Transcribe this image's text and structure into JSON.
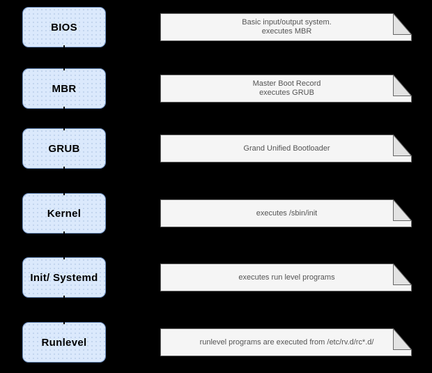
{
  "diagram": {
    "description": "Linux boot process flow diagram",
    "colors": {
      "background": "#000000",
      "stage_box_fill": "#dae8fc",
      "stage_box_border": "#6c8ebf",
      "note_fill": "#f5f5f5",
      "note_fold_fill": "#e3e3e3",
      "note_border": "#666666",
      "note_text": "#545454",
      "stage_text": "#000000"
    },
    "rows": [
      {
        "stage": "BIOS",
        "note_lines": [
          "Basic input/output system.",
          "executes MBR"
        ]
      },
      {
        "stage": "MBR",
        "note_lines": [
          "Master Boot Record",
          "executes GRUB"
        ]
      },
      {
        "stage": "GRUB",
        "note_lines": [
          "Grand Unified Bootloader"
        ]
      },
      {
        "stage": "Kernel",
        "note_lines": [
          "executes /sbin/init"
        ]
      },
      {
        "stage": "Init/ Systemd",
        "note_lines": [
          "executes run level programs"
        ]
      },
      {
        "stage": "Runlevel",
        "note_lines": [
          "runlevel programs are executed from /etc/rv.d/rc*.d/"
        ]
      }
    ]
  }
}
